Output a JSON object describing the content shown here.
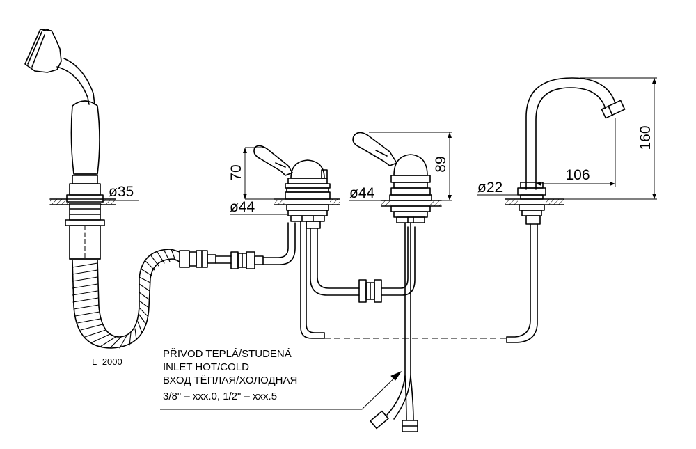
{
  "dimensions": {
    "dia_shower": "ø35",
    "dia_hot": "ø44",
    "dia_cold": "ø44",
    "dia_spout": "ø22",
    "height_handle_left": "70",
    "height_handle_right": "89",
    "spout_reach": "106",
    "spout_height": "160"
  },
  "hose_length": "L=2000",
  "notes": {
    "line1": "PŘIVOD TEPLÁ/STUDENÁ",
    "line2": "INLET HOT/COLD",
    "line3": "ВХОД ТЁПЛАЯ/ХОЛОДНАЯ",
    "line4": "3/8\" – xxx.0, 1/2\" – xxx.5"
  }
}
